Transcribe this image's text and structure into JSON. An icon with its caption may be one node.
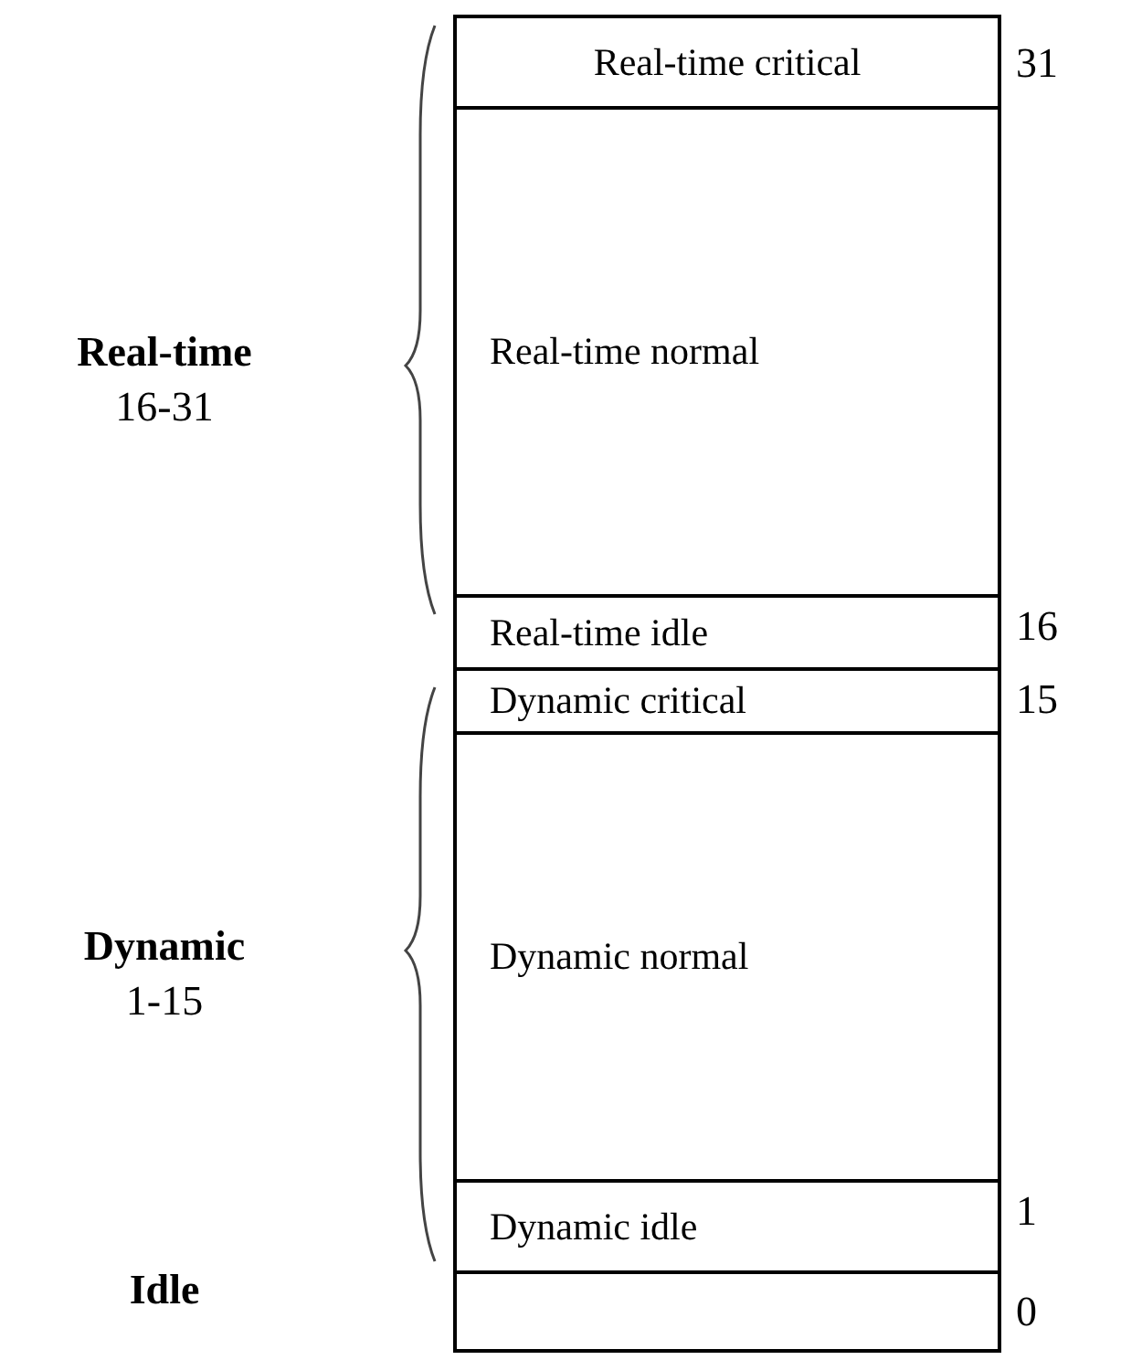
{
  "diagram": {
    "nodes": [
      {
        "text": [
          "Real-time critical"
        ],
        "beside": [
          "31"
        ]
      },
      {
        "text": [
          "Real-time normal"
        ]
      },
      {
        "text": [
          "Real-time idle"
        ],
        "beside": [
          "16"
        ]
      },
      {
        "text": [
          "Dynamic critical"
        ],
        "beside": [
          "15"
        ]
      },
      {
        "text": [
          "Dynamic normal"
        ]
      },
      {
        "text": [
          "Dynamic idle"
        ],
        "beside": [
          "1"
        ]
      },
      {
        "text": [],
        "shape": "box",
        "beside": [
          "0"
        ]
      }
    ],
    "edges": [],
    "labels": [
      "Real-time",
      "16-31",
      "Dynamic",
      "1-15",
      "Idle"
    ]
  }
}
